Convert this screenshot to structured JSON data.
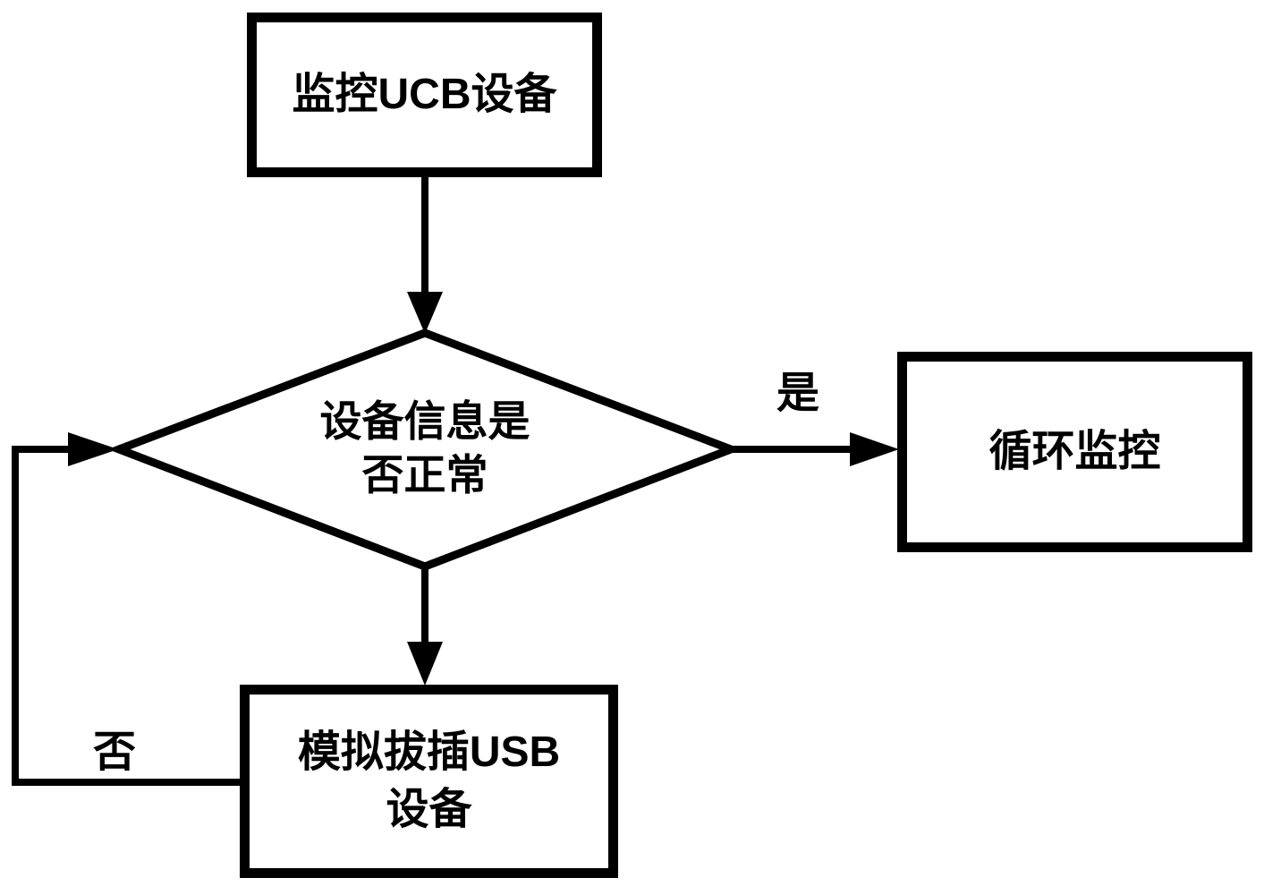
{
  "diagram": {
    "type": "flowchart",
    "colors": {
      "stroke": "#000000",
      "background": "#ffffff",
      "node_fill": "#ffffff",
      "text": "#000000"
    },
    "nodes": {
      "monitor": {
        "shape": "rectangle",
        "label": "监控UCB设备"
      },
      "decision": {
        "shape": "diamond",
        "line1": "设备信息是",
        "line2": "否正常"
      },
      "loop": {
        "shape": "rectangle",
        "label": "循环监控"
      },
      "simulate": {
        "shape": "rectangle",
        "line1": "模拟拔插USB",
        "line2": "设备"
      }
    },
    "edge_labels": {
      "yes": "是",
      "no": "否"
    },
    "edges": [
      {
        "from": "monitor",
        "to": "decision",
        "label": ""
      },
      {
        "from": "decision",
        "to": "loop",
        "label": "是"
      },
      {
        "from": "decision",
        "to": "simulate",
        "label": ""
      },
      {
        "from": "simulate",
        "to": "decision",
        "label": "否"
      }
    ]
  }
}
